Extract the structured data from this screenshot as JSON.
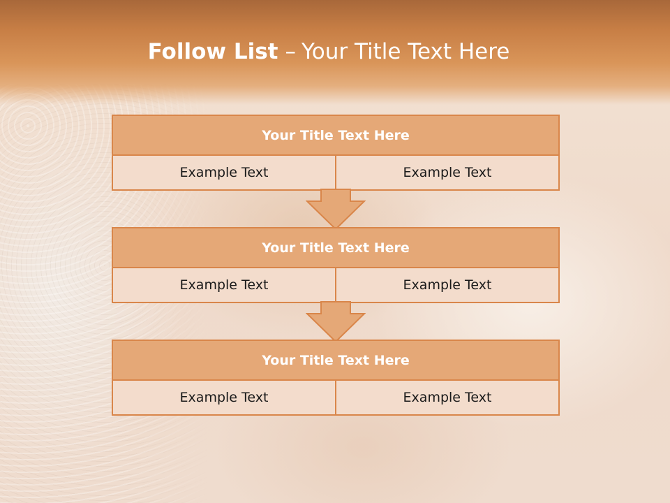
{
  "slide": {
    "title_bold": "Follow List",
    "title_separator": "–",
    "title_rest": "Your Title Text Here"
  },
  "blocks": [
    {
      "title": "Your Title Text Here",
      "left": "Example Text",
      "right": "Example Text"
    },
    {
      "title": "Your Title Text Here",
      "left": "Example Text",
      "right": "Example Text"
    },
    {
      "title": "Your Title Text Here",
      "left": "Example Text",
      "right": "Example Text"
    }
  ],
  "colors": {
    "accent": "#d9864a",
    "title_fill": "#e5a877",
    "cell_fill": "#f3dccc",
    "header_band": "#c77e45"
  }
}
